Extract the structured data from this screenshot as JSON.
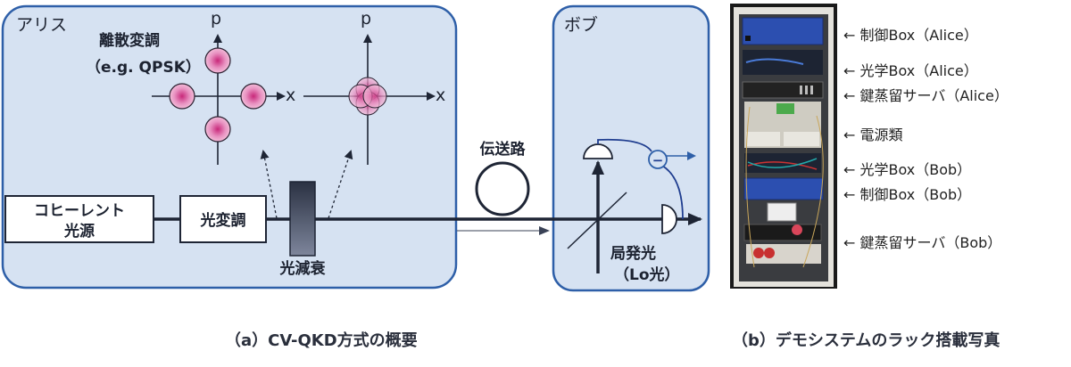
{
  "figure_a": {
    "alice_label": "アリス",
    "bob_label": "ボブ",
    "discrete_mod_label": "離散変調",
    "discrete_mod_example": "（e.g. QPSK）",
    "axis_p": "p",
    "axis_x": "x",
    "source_label_line1": "コヒーレント",
    "source_label_line2": "光源",
    "modulator_label": "光変調",
    "attenuator_label": "光減衰",
    "channel_label": "伝送路",
    "lo_label_line1": "局発光",
    "lo_label_line2": "（Lo光）",
    "subtractor_symbol": "−",
    "caption": "（a）CV-QKD方式の概要"
  },
  "figure_b": {
    "rack_labels": [
      "制御Box（Alice）",
      "光学Box（Alice）",
      "鍵蒸留サーバ（Alice）",
      "電源類",
      "光学Box（Bob）",
      "制御Box（Bob）",
      "鍵蒸留サーバ（Bob）"
    ],
    "arrow_glyph": "←",
    "caption": "（b）デモシステムのラック搭載写真"
  },
  "colors": {
    "panel_fill": "#d6e2f2",
    "panel_border": "#2e5fa8",
    "line_dark": "#1e2535",
    "signal_blue": "#1f3d8f",
    "state_pink": "#d9609e"
  }
}
